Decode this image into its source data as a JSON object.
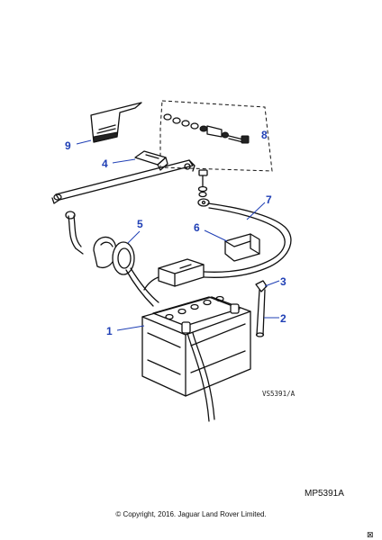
{
  "callouts": [
    {
      "number": "1",
      "part": "battery"
    },
    {
      "number": "2",
      "part": "battery-vent-pipe"
    },
    {
      "number": "3",
      "part": "vent-elbow"
    },
    {
      "number": "4",
      "part": "earth-lead-clamp"
    },
    {
      "number": "5",
      "part": "grommet"
    },
    {
      "number": "6",
      "part": "terminal-cover-positive"
    },
    {
      "number": "7",
      "part": "positive-cable"
    },
    {
      "number": "8",
      "part": "fixing-kit"
    },
    {
      "number": "9",
      "part": "insulation-pad"
    }
  ],
  "drawing_ref": "VS5391/A",
  "plate_ref": "MP5391A",
  "copyright": "© Copyright, 2016. Jaguar Land Rover Limited.",
  "corner_mark": "⊠",
  "colors": {
    "callout": "#1f3fb5",
    "ink": "#111111",
    "background": "#ffffff"
  }
}
